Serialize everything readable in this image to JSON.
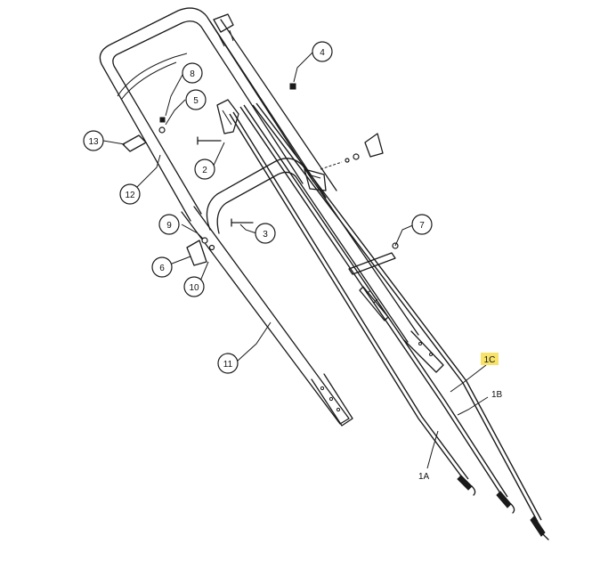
{
  "callouts": {
    "c1a": "1A",
    "c1b": "1B",
    "c1c": "1C",
    "c2": "2",
    "c3": "3",
    "c4": "4",
    "c5": "5",
    "c6": "6",
    "c7": "7",
    "c8": "8",
    "c9": "9",
    "c10": "10",
    "c11": "11",
    "c12": "12",
    "c13": "13"
  },
  "highlight": {
    "callout": "1C",
    "color": "#f7e36a"
  }
}
